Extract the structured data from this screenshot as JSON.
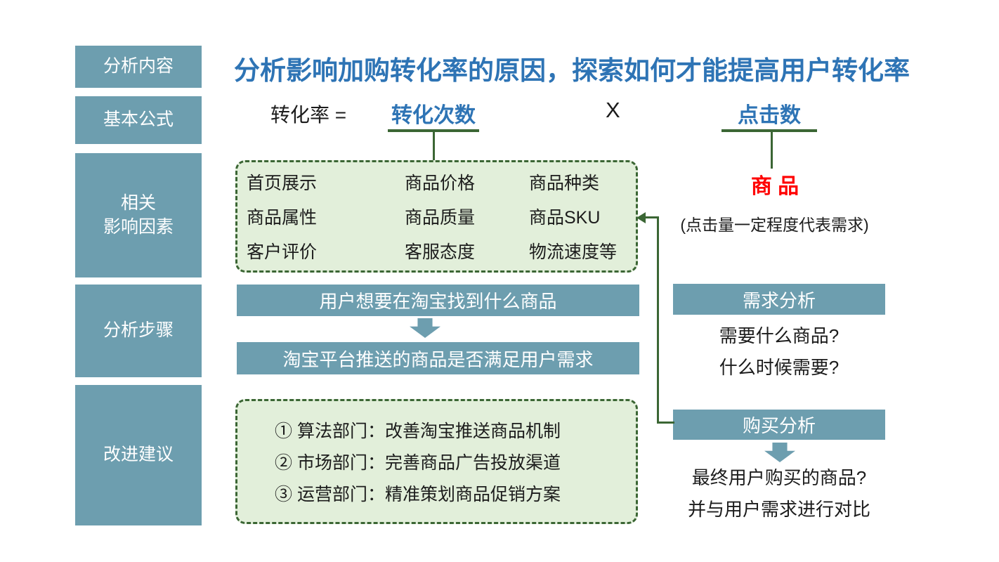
{
  "title": "分析影响加购转化率的原因，探索如何才能提高用户转化率",
  "sidebar": {
    "items": [
      {
        "label": "分析内容"
      },
      {
        "label": "基本公式"
      },
      {
        "label": "相关\n影响因素"
      },
      {
        "label": "分析步骤"
      },
      {
        "label": "改进建议"
      }
    ]
  },
  "formula": {
    "lhs": "转化率 =",
    "numerator": "转化次数",
    "operator": "X",
    "denominator": "点击数"
  },
  "factors": {
    "items": [
      "首页展示",
      "商品价格",
      "商品种类",
      "商品属性",
      "商品质量",
      "商品SKU",
      "客户评价",
      "客服态度",
      "物流速度等"
    ]
  },
  "clicks": {
    "product_label": "商 品",
    "note": "(点击量一定程度代表需求)"
  },
  "steps": {
    "bar1": "用户想要在淘宝找到什么商品",
    "bar2": "淘宝平台推送的商品是否满足用户需求"
  },
  "demand": {
    "header": "需求分析",
    "q1": "需要什么商品?",
    "q2": "什么时候需要?"
  },
  "purchase": {
    "header": "购买分析",
    "line1": "最终用户购买的商品?",
    "line2": "并与用户需求进行对比"
  },
  "suggestions": {
    "items": [
      "① 算法部门：改善淘宝推送商品机制",
      "② 市场部门：完善商品广告投放渠道",
      "③ 运营部门：精准策划商品促销方案"
    ]
  },
  "colors": {
    "teal": "#6D9EAF",
    "accent_blue": "#2E74B5",
    "accent_red": "#FF0000",
    "green_dark": "#3B6634",
    "green_fill": "#E2EFDA"
  }
}
